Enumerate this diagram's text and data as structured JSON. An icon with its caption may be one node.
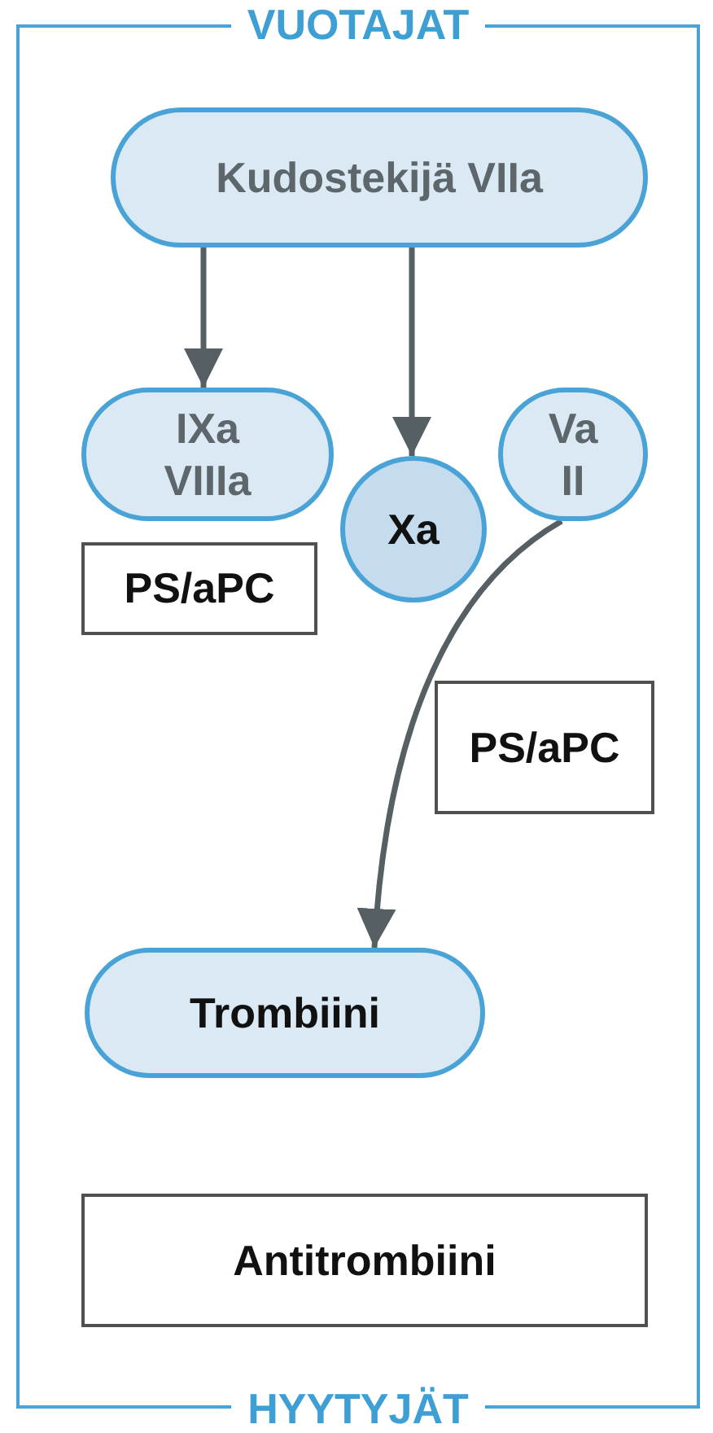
{
  "diagram": {
    "nodes": [
      {
        "text": [
          "VUOTAJAT",
          "HYYTYJÄT"
        ]
      },
      {
        "text": [
          "Kudostekijä VIIa"
        ],
        "in": 0
      },
      {
        "text": [
          "IXa VIIIa"
        ],
        "in": 0
      },
      {
        "text": [
          "Xa"
        ],
        "in": 0
      },
      {
        "text": [
          "Va II"
        ],
        "in": 0
      },
      {
        "text": [
          "PS/aPC"
        ],
        "in": 0
      },
      {
        "text": [
          "PS/aPC"
        ],
        "in": 0
      },
      {
        "text": [
          "Trombiini"
        ],
        "in": 0
      },
      {
        "text": [
          "Antitrombiini"
        ],
        "in": 0
      }
    ],
    "edges": [
      {
        "from": 1,
        "to": 2,
        "arrow": "to"
      },
      {
        "from": 1,
        "to": 3,
        "arrow": "to"
      },
      {
        "from": 4,
        "to": 7,
        "arrow": "to"
      }
    ]
  }
}
